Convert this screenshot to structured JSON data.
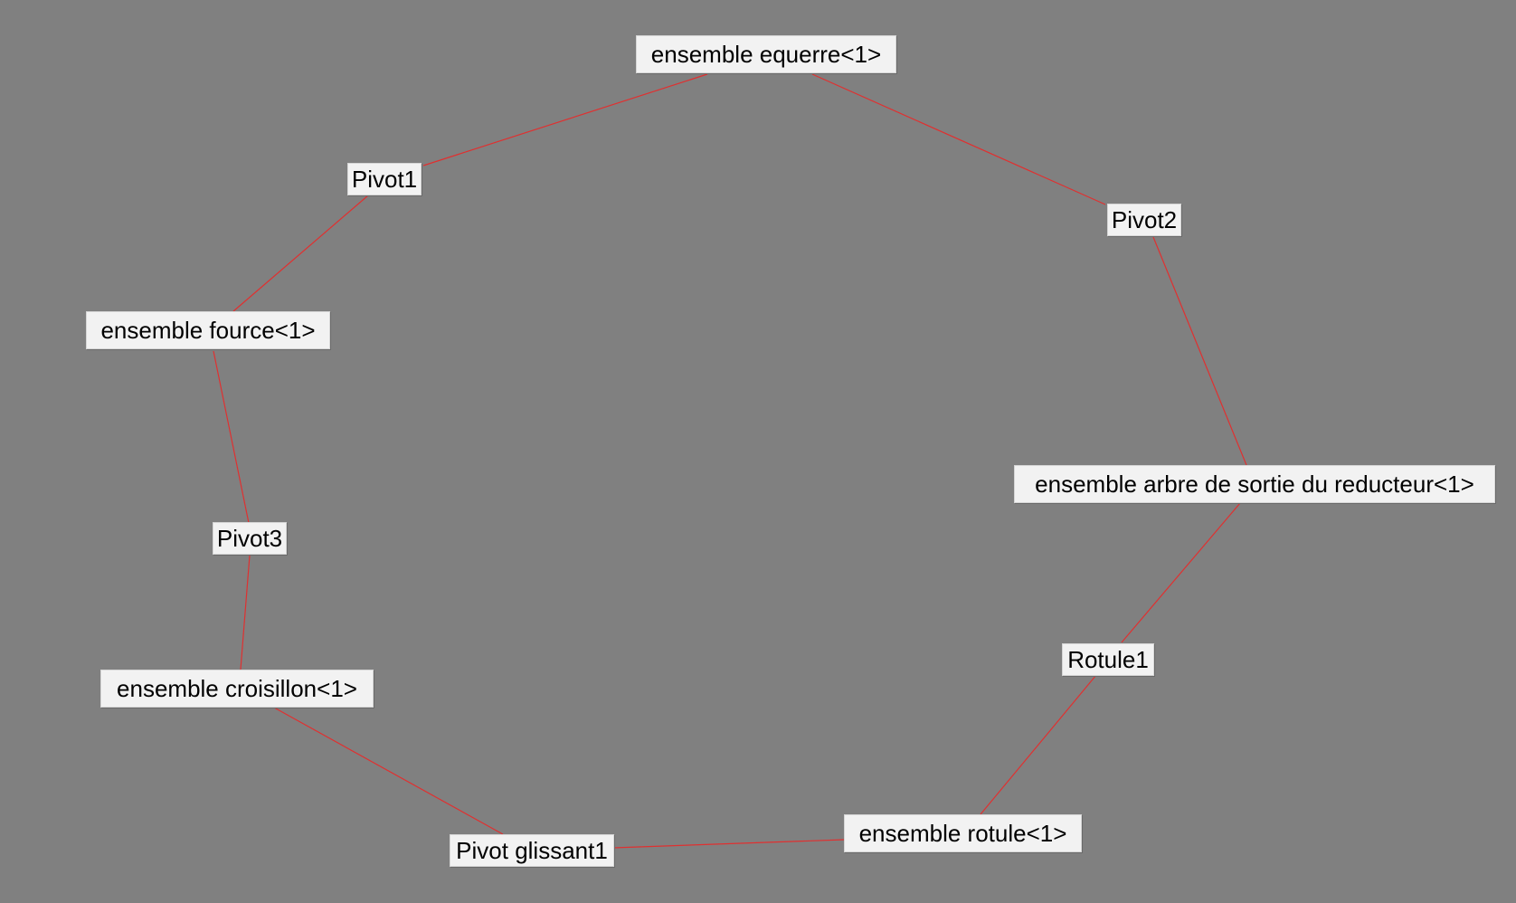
{
  "diagram": {
    "background": "#808080",
    "edge_color": "#e03030",
    "nodes": [
      {
        "id": "equerre",
        "label": "ensemble equerre<1>"
      },
      {
        "id": "pivot1",
        "label": "Pivot1"
      },
      {
        "id": "pivot2",
        "label": "Pivot2"
      },
      {
        "id": "fource",
        "label": "ensemble fource<1>"
      },
      {
        "id": "arbre",
        "label": "ensemble arbre de sortie du reducteur<1>"
      },
      {
        "id": "pivot3",
        "label": "Pivot3"
      },
      {
        "id": "rotule1",
        "label": "Rotule1"
      },
      {
        "id": "croisillon",
        "label": "ensemble croisillon<1>"
      },
      {
        "id": "rotule",
        "label": "ensemble rotule<1>"
      },
      {
        "id": "glissant",
        "label": "Pivot glissant1"
      }
    ],
    "edges": [
      [
        "equerre",
        "pivot1"
      ],
      [
        "equerre",
        "pivot2"
      ],
      [
        "pivot1",
        "fource"
      ],
      [
        "pivot2",
        "arbre"
      ],
      [
        "fource",
        "pivot3"
      ],
      [
        "pivot3",
        "croisillon"
      ],
      [
        "croisillon",
        "glissant"
      ],
      [
        "glissant",
        "rotule"
      ],
      [
        "rotule",
        "rotule1"
      ],
      [
        "rotule1",
        "arbre"
      ]
    ]
  }
}
